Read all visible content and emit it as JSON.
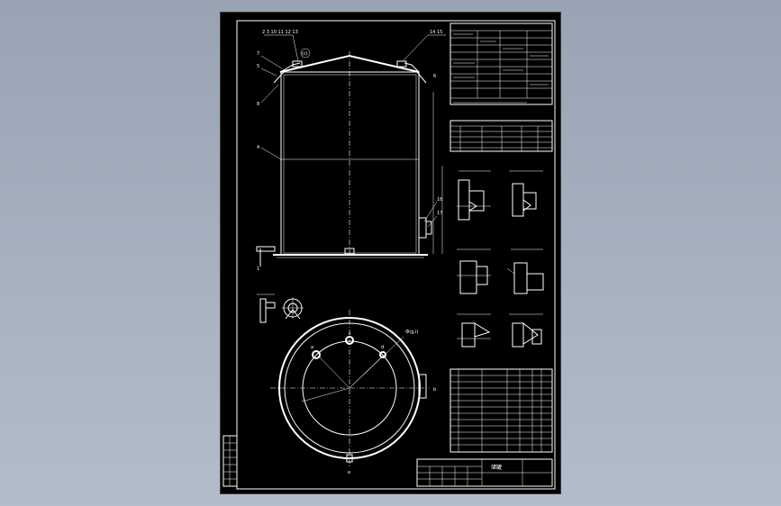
{
  "drawing": {
    "callouts_top_left": "2  3  10  11  12  13",
    "callouts_top_right": "14  15",
    "left_labels": [
      "7",
      "5",
      "8",
      "4",
      "1"
    ],
    "right_labels": [
      "6",
      "16",
      "17"
    ],
    "detail_marker": "(c)",
    "nozzle_labels": [
      "a",
      "b",
      "c",
      "d",
      "e"
    ],
    "plan_note": "Ф(g,i)",
    "title_block_name": "储罐"
  }
}
